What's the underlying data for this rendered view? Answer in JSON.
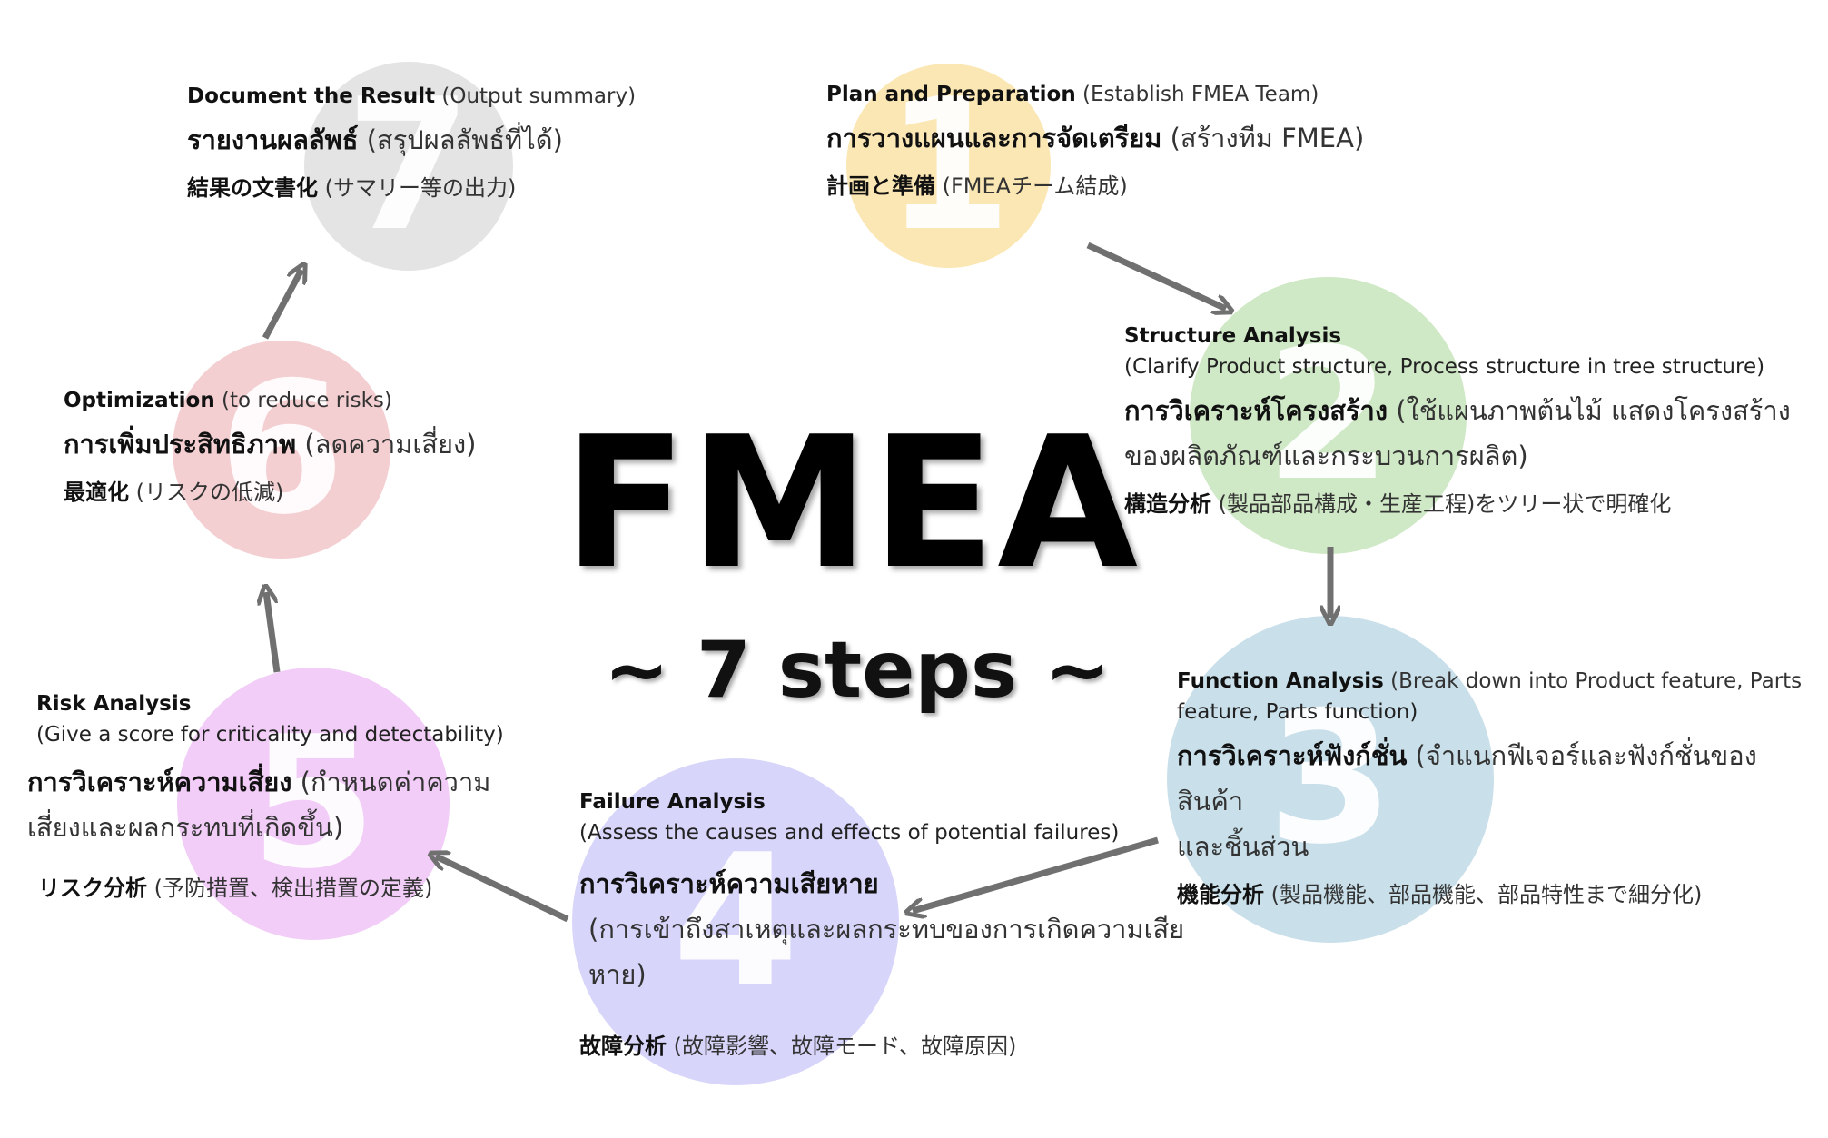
{
  "title": "FMEA",
  "subtitle": "~ 7 steps ~",
  "steps": [
    {
      "number": "1",
      "color": "#fbe7b4",
      "en_title": "Plan and Preparation",
      "en_desc": " (Establish FMEA Team)",
      "en_desc2": "",
      "th_title": "การวางแผนและการจัดเตรียม",
      "th_desc": " (สร้างทีม FMEA)",
      "th_desc2": "",
      "jp_title": "計画と準備",
      "jp_desc": " (FMEAチーム結成)"
    },
    {
      "number": "2",
      "color": "#cfe8c5",
      "en_title": "Structure Analysis",
      "en_desc": "",
      "en_desc2": "(Clarify Product structure, Process structure in tree structure)",
      "th_title": "การวิเคราะห์โครงสร้าง",
      "th_desc": " (ใช้แผนภาพต้นไม้ แสดงโครงสร้าง",
      "th_desc2": "ของผลิตภัณฑ์และกระบวนการผลิต)",
      "jp_title": "構造分析",
      "jp_desc": " (製品部品構成・生産工程)をツリー状で明確化"
    },
    {
      "number": "3",
      "color": "#c9dfea",
      "en_title": "Function Analysis",
      "en_desc": " (Break down into Product feature, Parts",
      "en_desc2": "feature, Parts function)",
      "th_title": "การวิเคราะห์ฟังก์ชั่น",
      "th_desc": " (จำแนกฟีเจอร์และฟังก์ชั่นของสินค้า",
      "th_desc2": "และชิ้นส่วน",
      "jp_title": "機能分析",
      "jp_desc": " (製品機能、部品機能、部品特性まで細分化)"
    },
    {
      "number": "4",
      "color": "#d7d5fa",
      "en_title": "Failure Analysis",
      "en_desc": "",
      "en_desc2": "(Assess the causes and effects of potential failures)",
      "th_title": "การวิเคราะห์ความเสียหาย",
      "th_desc": "",
      "th_desc2": "(การเข้าถึงสาเหตุและผลกระทบของการเกิดความเสียหาย)",
      "jp_title": "故障分析",
      "jp_desc": " (故障影響、故障モード、故障原因)"
    },
    {
      "number": "5",
      "color": "#f1cdf7",
      "en_title": "Risk Analysis",
      "en_desc": "",
      "en_desc2": "(Give a score for criticality and detectability)",
      "th_title": "การวิเคราะห์ความเสี่ยง",
      "th_desc": " (กำหนดค่าความ",
      "th_desc2": "เสี่ยงและผลกระทบที่เกิดขึ้น)",
      "jp_title": "リスク分析",
      "jp_desc": " (予防措置、検出措置の定義)"
    },
    {
      "number": "6",
      "color": "#f4cfd2",
      "en_title": "Optimization",
      "en_desc": " (to reduce risks)",
      "en_desc2": "",
      "th_title": "การเพิ่มประสิทธิภาพ",
      "th_desc": " (ลดความเสี่ยง)",
      "th_desc2": "",
      "jp_title": "最適化",
      "jp_desc": " (リスクの低減)"
    },
    {
      "number": "7",
      "color": "#e4e4e4",
      "en_title": "Document the Result",
      "en_desc": " (Output summary)",
      "en_desc2": "",
      "th_title": "รายงานผลลัพธ์",
      "th_desc": " (สรุปผลลัพธ์ที่ได้)",
      "th_desc2": "",
      "jp_title": "結果の文書化",
      "jp_desc": " (サマリー等の出力)"
    }
  ],
  "arrow_color": "#707070"
}
